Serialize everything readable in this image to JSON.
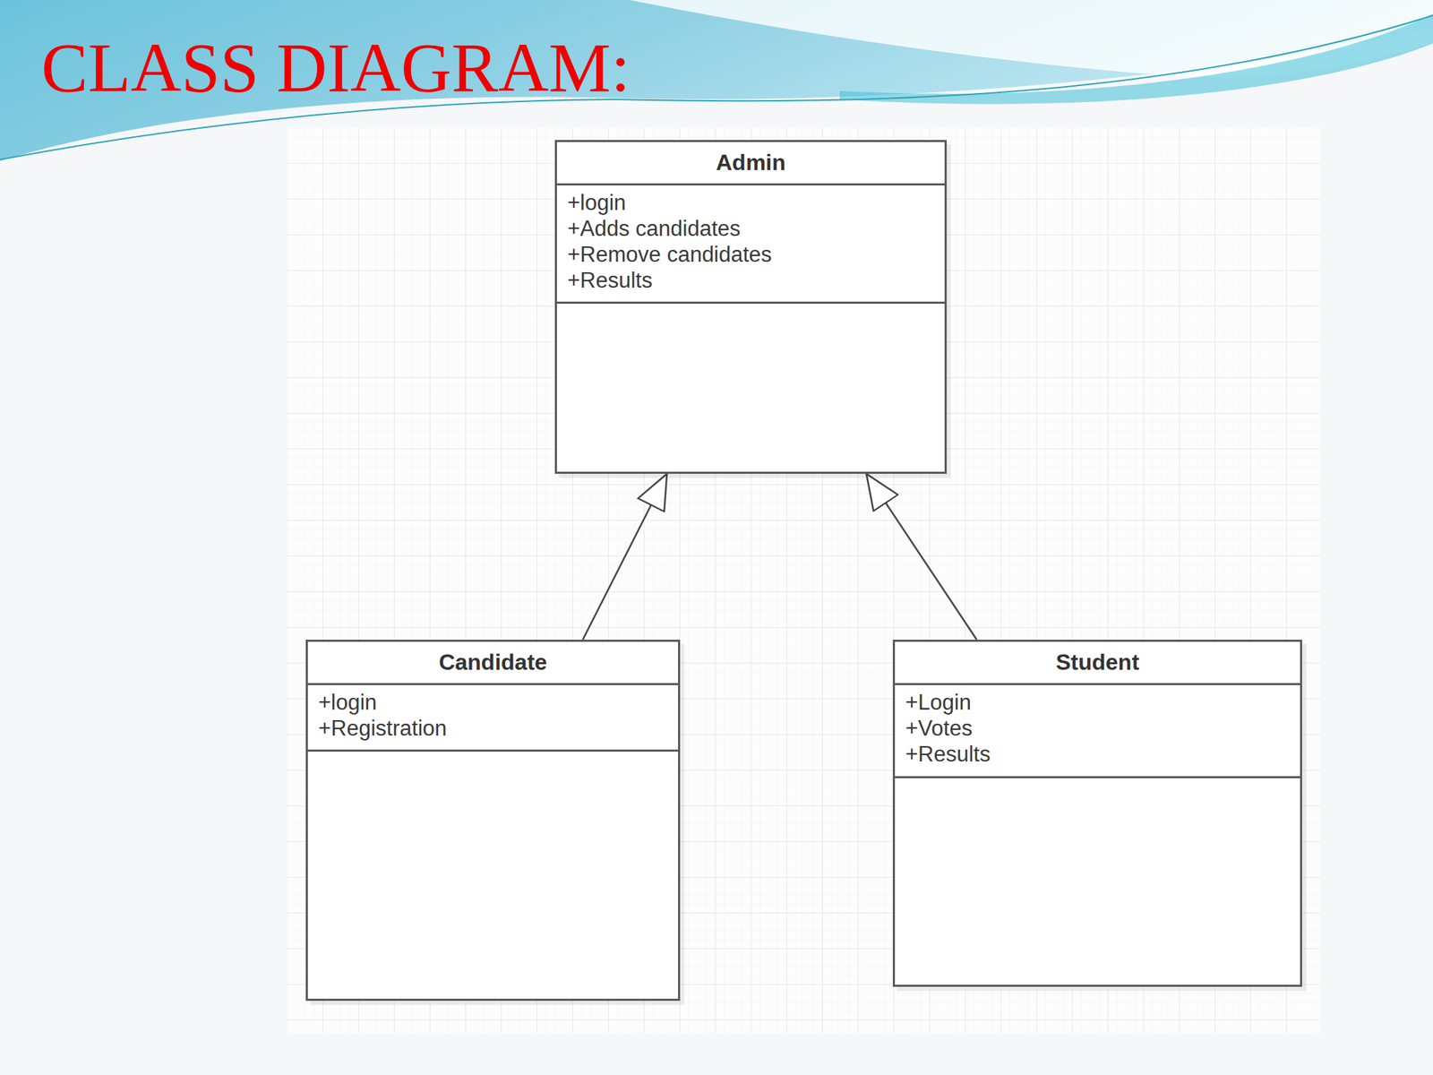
{
  "diagram": {
    "title": "CLASS DIAGRAM:",
    "nodes": [
      {
        "text": [
          "Admin",
          "+login",
          "+Adds candidates",
          "+Remove candidates",
          "+Results"
        ]
      },
      {
        "text": [
          "Candidate",
          "+login",
          "+Registration"
        ]
      },
      {
        "text": [
          "Student",
          "+Login",
          "+Votes",
          "+Results"
        ]
      }
    ],
    "edges": [
      {
        "from": 1,
        "to": 0,
        "arrow": "to"
      },
      {
        "from": 2,
        "to": 0,
        "arrow": "to"
      }
    ]
  }
}
